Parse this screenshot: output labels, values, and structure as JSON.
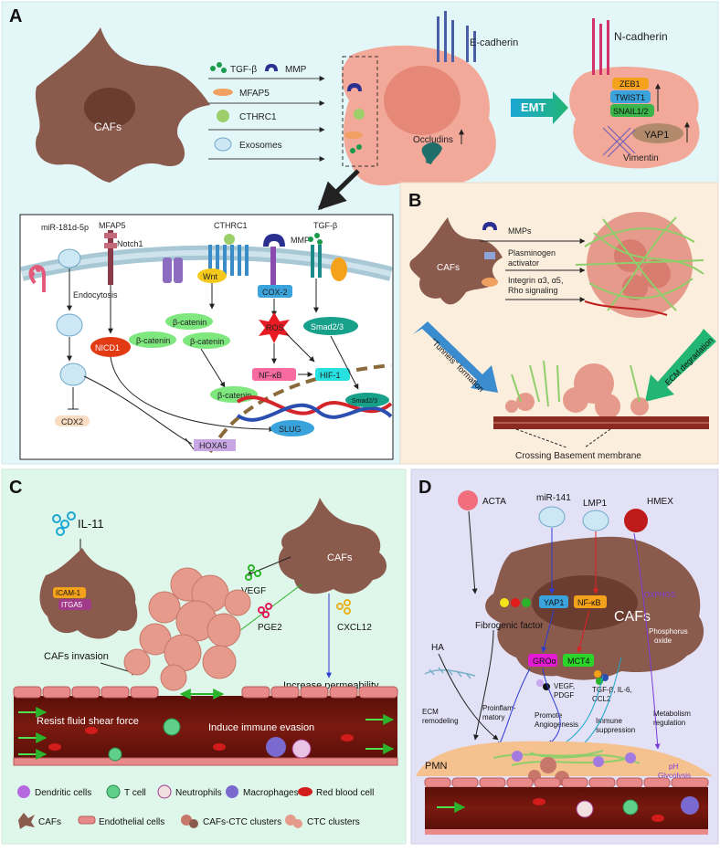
{
  "panels": {
    "a": {
      "letter": "A",
      "cafs": "CAFs",
      "factors": [
        "TGF-β",
        "MMP",
        "MFAP5",
        "CTHRC1",
        "Exosomes"
      ],
      "e_cadherin": "E-cadherin",
      "occludins": "Occludins",
      "emt": "EMT",
      "n_cadherin": "N-cadherin",
      "tfs": [
        "ZEB1",
        "TWIST1",
        "SNAIL1/2"
      ],
      "yap1": "YAP1",
      "vimentin": "Vimentin",
      "pathway": {
        "mir": "miR-181d-5p",
        "mfap5": "MFAP5",
        "notch1": "Notch1",
        "cthrc1": "CTHRC1",
        "mmp": "MMP",
        "tgfb": "TGF-β",
        "endocytosis": "Endocytosis",
        "wnt": "Wnt",
        "cox2": "COX-2",
        "smad": "Smad2/3",
        "nicd1": "NICD1",
        "bcat": "β-catenin",
        "ros": "ROS",
        "nfkb": "NF-κB",
        "hif1": "HIF-1",
        "smad_dna": "Smad2/3",
        "cdx2": "CDX2",
        "slug": "SLUG",
        "hoxa5": "HOXA5"
      }
    },
    "b": {
      "letter": "B",
      "cafs": "CAFs",
      "mmps": "MMPs",
      "plasminogen": [
        "Plasminogen",
        "activator"
      ],
      "integrin": [
        "Integrin α3, α5,",
        "Rho signaling"
      ],
      "tunnels": "\"Tunnels\" formation",
      "ecm_deg": "ECM degradation",
      "crossing": "Crossing Basement membrane"
    },
    "c": {
      "letter": "C",
      "il11": "IL-11",
      "icam1": "ICAM-1",
      "itga5": "ITGA5",
      "cafs": "CAFs",
      "invasion": "CAFs invasion",
      "vegf": "VEGF",
      "pge2": "PGE2",
      "cxcl12": "CXCL12",
      "permeability": "Increase permeability",
      "shear": "Resist fluid shear force",
      "evasion": "Induce immune evasion"
    },
    "d": {
      "letter": "D",
      "acta": "ACTA",
      "mir141": "miR-141",
      "lmp1": "LMP1",
      "hmex": "HMEX",
      "yap1": "YAP1",
      "nfkb": "NF-κB",
      "cafs": "CAFs",
      "oxphos": "OXPHOS",
      "phos": [
        "Phosphorus",
        "oxide"
      ],
      "fibrogenic": "Fibrogenic factor",
      "ha": "HA",
      "groa": "GROα",
      "mct4": "MCT4",
      "tgf": [
        "TGF-β, IL-6,",
        "CCL2"
      ],
      "vegf": [
        "VEGF,",
        "PDGF"
      ],
      "ecm": [
        "ECM",
        "remodeling"
      ],
      "proinflam": [
        "Proinflam-",
        "matory"
      ],
      "promote": [
        "Promote",
        "Angiogenesis"
      ],
      "immune": [
        "Immune",
        "suppression"
      ],
      "metab": [
        "Metabolism",
        "regulation"
      ],
      "pmn": "PMN",
      "ph": "pH",
      "glycolysis": "Glycolysis"
    }
  },
  "legend": {
    "items": [
      "Dendritic cells",
      "T cell",
      "Neutrophils",
      "Macrophages",
      "Red blood cell",
      "CAFs",
      "Endothelial cells",
      "CAFs-CTC clusters",
      "CTC clusters"
    ]
  },
  "colors": {
    "caf": "#8a5a4c",
    "tumor": "#f2a99a",
    "emt_arrow": "#17a2c8",
    "panelA": "#e3f7f8",
    "panelB": "#fbeedd",
    "panelC": "#dff7ea",
    "panelD": "#e2e1f6",
    "vessel": "#7a1a10"
  }
}
